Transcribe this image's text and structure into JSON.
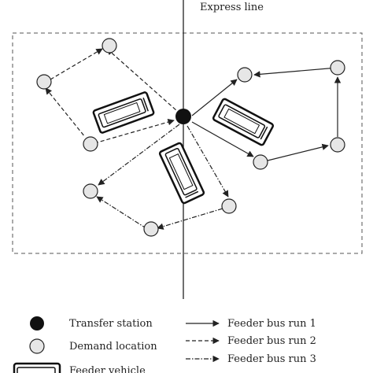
{
  "title": "Express line",
  "legend": {
    "transfer_station": "Transfer station",
    "demand_location": "Demand location",
    "feeder_vehicle": "Feeder vehicle",
    "run1": "Feeder bus run 1",
    "run2": "Feeder bus run 2",
    "run3": "Feeder bus run 3"
  },
  "colors": {
    "line": "#222222",
    "node_fill": "#e6e6e6",
    "station": "#111111",
    "boundary": "#555555"
  }
}
